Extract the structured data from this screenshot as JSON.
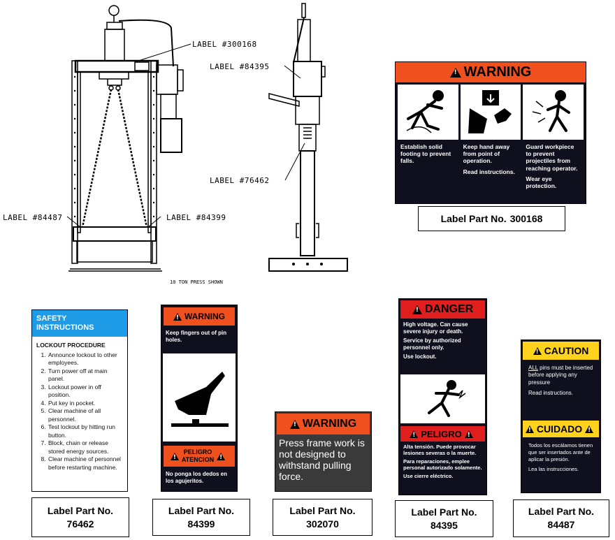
{
  "callouts": {
    "label_300168": "LABEL #300168",
    "label_84395": "LABEL #84395",
    "label_76462": "LABEL #76462",
    "label_84487": "LABEL #84487",
    "label_84399": "LABEL #84399",
    "caption": "10 TON PRESS SHOWN"
  },
  "label_300168": {
    "header": "WARNING",
    "col1": "Establish solid footing to prevent falls.",
    "col2a": "Keep hand away from point of operation.",
    "col2b": "Read instructions.",
    "col3a": "Guard workpiece to prevent projectiles from reaching operator.",
    "col3b": "Wear eye protection.",
    "part_prefix": "Label Part No.",
    "part_number": "300168"
  },
  "label_76462": {
    "header": "SAFETY INSTRUCTIONS",
    "subheader": "LOCKOUT PROCEDURE",
    "steps": [
      "Announce lockout to other employees.",
      "Turn power off at main panel.",
      "Lockout power in off position.",
      "Put key in pocket.",
      "Clear machine of all personnel.",
      "Test lockout by hitting run button.",
      "Block, chain or release stored energy sources.",
      "Clear machine of personnel before restarting machine."
    ],
    "part_prefix": "Label Part No.",
    "part_number": "76462"
  },
  "label_84399": {
    "header": "WARNING",
    "text": "Keep fingers out of pin holes.",
    "header_es_1": "PELIGRO",
    "header_es_2": "ATENCION",
    "text_es": "No ponga los dedos en los agujeritos.",
    "part_prefix": "Label Part No.",
    "part_number": "84399"
  },
  "label_302070": {
    "header": "WARNING",
    "text": "Press frame work is not designed to withstand pulling force.",
    "part_prefix": "Label Part No.",
    "part_number": "302070"
  },
  "label_84395": {
    "header": "DANGER",
    "text1": "High voltage. Can cause severe injury or death.",
    "text2": "Service by authorized personnel only.",
    "text3": "Use lockout.",
    "header_es": "PELIGRO",
    "text_es1": "Alta tensión. Puede provocar lesiones severas o la muerte.",
    "text_es2": "Para reparaciones, emplee personal autorizado solamente.",
    "text_es3": "Use cierre eléctrico.",
    "part_prefix": "Label Part No.",
    "part_number": "84395"
  },
  "label_84487": {
    "header": "CAUTION",
    "text_all": "ALL",
    "text1": "pins must be inserted before applying any pressure",
    "text2": "Read instructions.",
    "header_es": "CUIDADO",
    "text_es1": "Todos los escálamos tienen que ser insertados ante de aplicar la presión.",
    "text_es2": "Lea las instrucciones.",
    "part_prefix": "Label Part No.",
    "part_number": "84487"
  },
  "colors": {
    "warning_orange": "#f0501e",
    "danger_red": "#e01e1e",
    "caution_yellow": "#ffd21e",
    "safety_blue": "#1e9be6",
    "label_black": "#0f0f1e"
  }
}
